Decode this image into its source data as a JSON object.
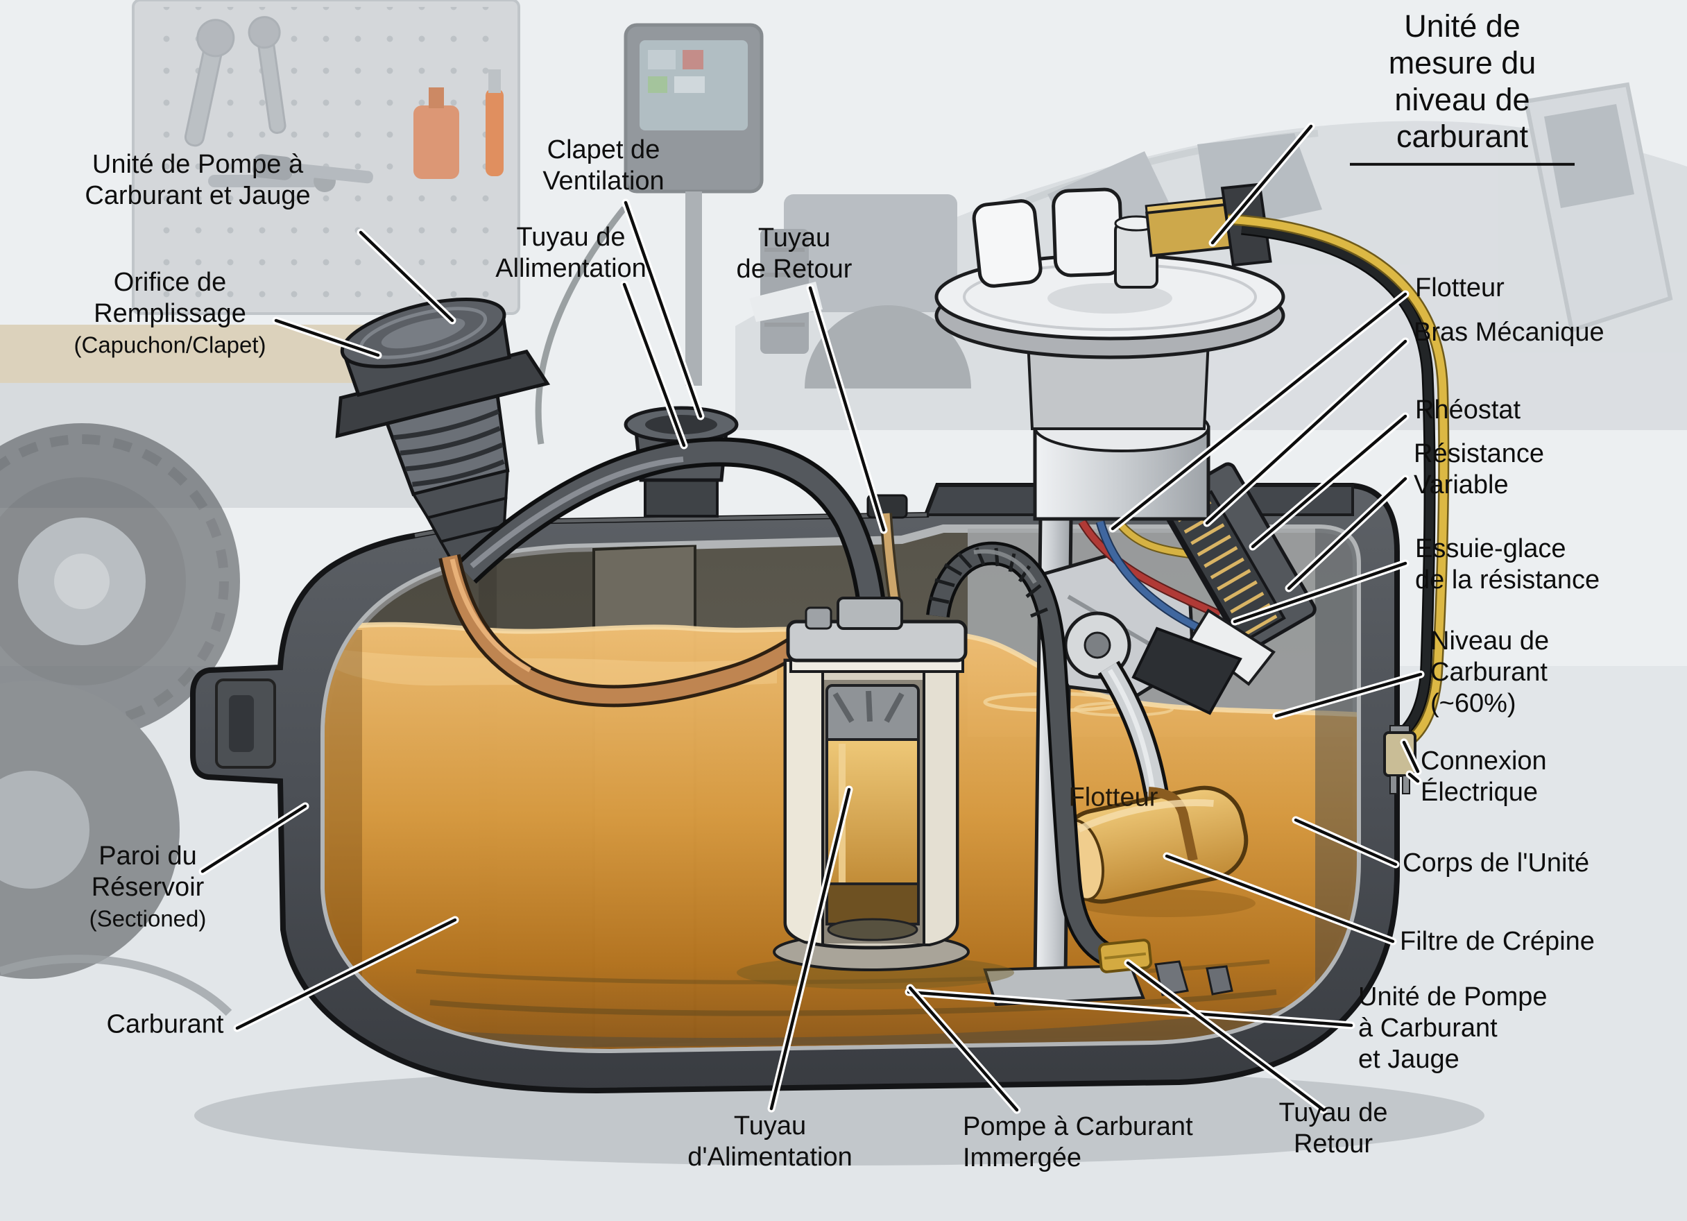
{
  "meta": {
    "type": "technical-cutaway-diagram",
    "subject": "automotive fuel tank with fuel pump and level sender unit",
    "language": "fr"
  },
  "palette": {
    "background": "#eceff1",
    "tank_shell": "#4c5056",
    "fuel_amber": "#d99b40",
    "fuel_highlight": "#f3cd8d",
    "silver": "#d6d9db",
    "copper_pipe": "#bf8551",
    "brass": "#cda84b",
    "wire_yellow": "#dcb844",
    "wire_red": "#b03a36",
    "wire_blue": "#40679f",
    "leader_line": "#0d0d0d",
    "label_text": "#0e0e0e"
  },
  "labels": {
    "title": {
      "lines": [
        "Unité de mesure du",
        "niveau de carburant"
      ]
    },
    "pump_unit_top": {
      "lines": [
        "Unité de Pompe à",
        "Carburant et Jauge"
      ]
    },
    "filler_port": {
      "lines": [
        "Orifice de",
        "Remplissage"
      ]
    },
    "filler_port_sub": "(Capuchon/Clapet)",
    "vent_valve": {
      "lines": [
        "Clapet de",
        "Ventilation"
      ]
    },
    "supply_line_top": {
      "lines": [
        "Tuyau de",
        "Allimentation"
      ]
    },
    "return_line_top": {
      "lines": [
        "Tuyau",
        "de Retour"
      ]
    },
    "float_right": "Flotteur",
    "mechanical_arm": "Bras Mécanique",
    "rheostat": "Rhéostat",
    "variable_resistance": {
      "lines": [
        "Résistance",
        "Variable"
      ]
    },
    "resistance_wiper": {
      "lines": [
        "Essuie-glace",
        "de la résistance"
      ]
    },
    "fuel_level": {
      "lines": [
        "Niveau de",
        "Carburant",
        "(~60%)"
      ]
    },
    "electrical_connection": {
      "lines": [
        "Connexion",
        "Électrique"
      ]
    },
    "unit_body": "Corps de l'Unité",
    "strainer_filter": "Filtre de Crépine",
    "pump_unit_bottom": {
      "lines": [
        "Unité de Pompe",
        "à Carburant",
        "et Jauge"
      ]
    },
    "return_line_bottom": {
      "lines": [
        "Tuyau de",
        "Retour"
      ]
    },
    "supply_line_bottom": {
      "lines": [
        "Tuyau",
        "d'Alimentation"
      ]
    },
    "submerged_pump": {
      "lines": [
        "Pompe à Carburant",
        "Immergée"
      ]
    },
    "tank_wall": {
      "lines": [
        "Paroi du",
        "Réservoir"
      ]
    },
    "tank_wall_sub": "(Sectioned)",
    "fuel": "Carburant",
    "float_inner": "Flotteur"
  }
}
